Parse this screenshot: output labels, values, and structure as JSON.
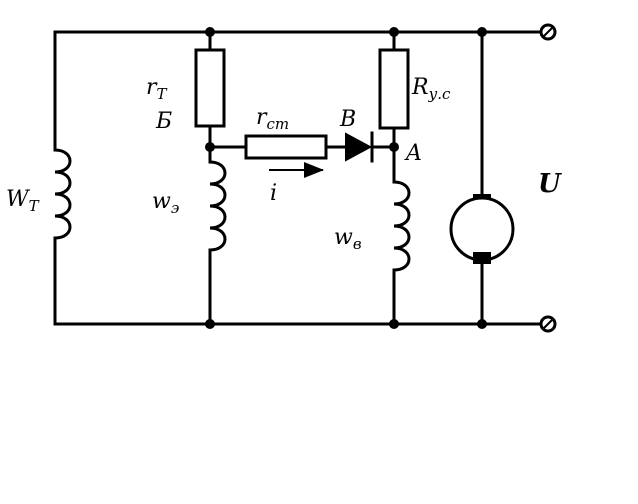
{
  "labels": {
    "coil_left": "W",
    "coil_left_sub": "T",
    "r_top_left": "r",
    "r_top_left_sub": "T",
    "node_b": "Б",
    "coil_mid": "w",
    "coil_mid_sub": "э",
    "r_st": "r",
    "r_st_sub": "ст",
    "diode": "В",
    "node_a": "A",
    "current": "i",
    "r_us": "R",
    "r_us_sub": "у.с",
    "coil_right": "w",
    "coil_right_sub": "в",
    "voltage": "U"
  }
}
